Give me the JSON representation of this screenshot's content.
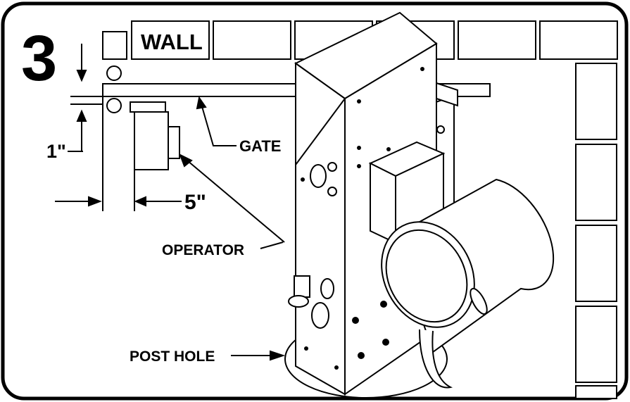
{
  "step": {
    "number": "3"
  },
  "labels": {
    "wall": "WALL",
    "gate": "GATE",
    "operator": "OPERATOR",
    "post_hole": "POST HOLE"
  },
  "dimensions": {
    "gap": "1\"",
    "offset": "5\""
  },
  "colors": {
    "line": "#000000",
    "background": "#ffffff"
  }
}
